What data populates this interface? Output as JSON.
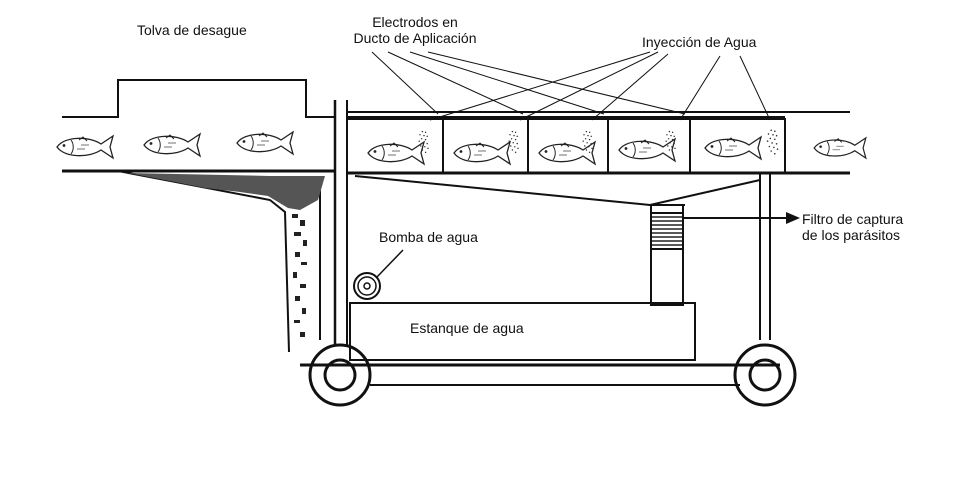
{
  "labels": {
    "hopper": "Tolva de desague",
    "electrodes_line1": "Electrodos en",
    "electrodes_line2": "Ducto de Aplicación",
    "water_injection": "Inyección de Agua",
    "filter_line1": "Filtro de captura",
    "filter_line2": "de los parásitos",
    "pump": "Bomba de agua",
    "tank": "Estanque de agua"
  },
  "colors": {
    "ink": "#111111",
    "background": "#ffffff"
  }
}
